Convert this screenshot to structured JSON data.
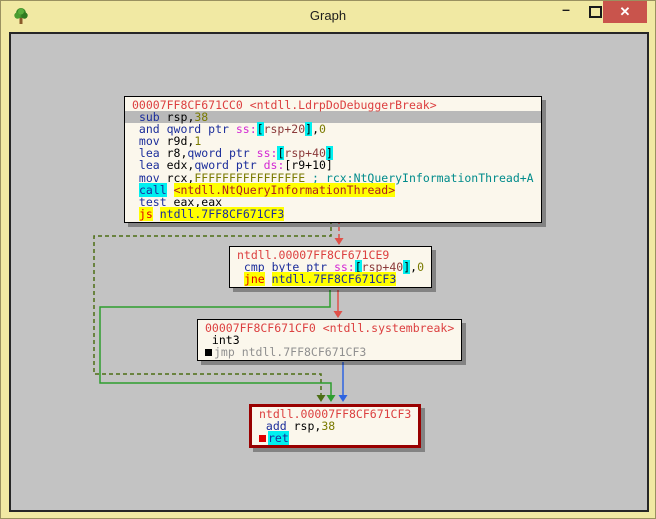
{
  "window": {
    "title": "Graph",
    "icons": {
      "minimize": "–",
      "maximize": "",
      "close": "✕",
      "app": "tree-icon"
    }
  },
  "colors": {
    "titlebar": "#f1e9a3",
    "closeBg": "#c9544c",
    "canvas": "#c3c3c3",
    "nodeBg": "#fbf7ec",
    "curBorder": "#990000",
    "selBg": "#b9b9b9",
    "hdr": "#dc4040",
    "mn": "#1b2d9b",
    "num": "#7a7a00",
    "seg": "#d428d4",
    "mem": "#8b3a3a",
    "com": "#008b8b",
    "cyan": "#00f0f0",
    "yellow": "#ffff00",
    "callred": "#ad2020",
    "jccRed": "#e00000",
    "grayText": "#909090",
    "edgeRed": "#e05048",
    "edgeGreenSolid": "#2e9e2e",
    "edgeGreenDash": "#4c6e14",
    "edgeBlue": "#2e64e0"
  },
  "blocks": [
    {
      "id": "b1",
      "header": "00007FF8CF671CC0 <ntdll.LdrpDoDebuggerBreak>",
      "lines": [
        {
          "sel": true,
          "tokens": [
            [
              " "
            ],
            [
              "sub",
              "mn"
            ],
            [
              " "
            ],
            [
              "rsp",
              "reg"
            ],
            [
              ","
            ],
            [
              "38",
              "num"
            ]
          ]
        },
        {
          "tokens": [
            [
              " and qword ptr ",
              "mn"
            ],
            [
              "ss:",
              "seg"
            ],
            [
              "[",
              "brk"
            ],
            [
              "rsp+20",
              "mem"
            ],
            [
              "]",
              "brk"
            ],
            [
              ","
            ],
            [
              "0",
              "num"
            ]
          ]
        },
        {
          "tokens": [
            [
              " mov ",
              "mn"
            ],
            [
              "r9d",
              "reg"
            ],
            [
              ","
            ],
            [
              "1",
              "num"
            ]
          ]
        },
        {
          "tokens": [
            [
              " lea ",
              "mn"
            ],
            [
              "r8",
              "reg"
            ],
            [
              ","
            ],
            [
              "qword ptr ",
              "mn"
            ],
            [
              "ss:",
              "seg"
            ],
            [
              "[",
              "brk"
            ],
            [
              "rsp+40",
              "mem"
            ],
            [
              "]",
              "brk"
            ]
          ]
        },
        {
          "tokens": [
            [
              " lea ",
              "mn"
            ],
            [
              "edx",
              "reg"
            ],
            [
              ","
            ],
            [
              "qword ptr ",
              "mn"
            ],
            [
              "ds:",
              "seg"
            ],
            [
              "[r9+10]"
            ]
          ]
        },
        {
          "tokens": [
            [
              " mov ",
              "mn"
            ],
            [
              "rcx",
              "reg"
            ],
            [
              ","
            ],
            [
              "FFFFFFFFFFFFFFFE",
              "num"
            ],
            [
              " ; rcx:NtQueryInformationThread+A",
              "com"
            ]
          ]
        },
        {
          "tokens": [
            [
              " "
            ],
            [
              "call",
              "callmn"
            ],
            [
              " "
            ],
            [
              "<ntdll.NtQueryInformationThread>",
              "calltgt"
            ]
          ]
        },
        {
          "tokens": [
            [
              " test ",
              "mn"
            ],
            [
              "eax",
              "reg"
            ],
            [
              ","
            ],
            [
              "eax",
              "reg"
            ]
          ]
        },
        {
          "tokens": [
            [
              " "
            ],
            [
              "js",
              "jcc"
            ],
            [
              " "
            ],
            [
              "ntdll.7FF8CF671CF3",
              "jtgt"
            ]
          ]
        }
      ]
    },
    {
      "id": "b2",
      "header": "ntdll.00007FF8CF671CE9",
      "lines": [
        {
          "tokens": [
            [
              " cmp byte ptr ",
              "mn"
            ],
            [
              "ss:",
              "seg"
            ],
            [
              "[",
              "brk"
            ],
            [
              "rsp+40",
              "mem"
            ],
            [
              "]",
              "brk"
            ],
            [
              ","
            ],
            [
              "0",
              "num"
            ]
          ]
        },
        {
          "tokens": [
            [
              " "
            ],
            [
              "jne",
              "jcc"
            ],
            [
              " "
            ],
            [
              "ntdll.7FF8CF671CF3",
              "jtgt"
            ]
          ]
        }
      ]
    },
    {
      "id": "b3",
      "header": "00007FF8CF671CF0 <ntdll.systembreak>",
      "lines": [
        {
          "tokens": [
            [
              " int3"
            ]
          ]
        },
        {
          "marker": "#000000",
          "tokens": [
            [
              "jmp ntdll.7FF8CF671CF3",
              "gray"
            ]
          ]
        }
      ]
    },
    {
      "id": "b4",
      "header": "ntdll.00007FF8CF671CF3",
      "lines": [
        {
          "tokens": [
            [
              " add ",
              "mn"
            ],
            [
              "rsp",
              "reg"
            ],
            [
              ","
            ],
            [
              "38",
              "num"
            ]
          ]
        },
        {
          "marker": "#e00000",
          "tokens": [
            [
              "ret",
              "retmn"
            ]
          ]
        }
      ]
    }
  ],
  "edges": [
    {
      "id": "e1",
      "from": "b1",
      "to": "b2",
      "color": "edgeRed",
      "style": "dashed"
    },
    {
      "id": "e2",
      "from": "b1",
      "to": "b4",
      "color": "edgeGreenDash",
      "style": "dashed"
    },
    {
      "id": "e3",
      "from": "b2",
      "to": "b3",
      "color": "edgeRed",
      "style": "solid"
    },
    {
      "id": "e4",
      "from": "b2",
      "to": "b4",
      "color": "edgeGreenSolid",
      "style": "solid"
    },
    {
      "id": "e5",
      "from": "b3",
      "to": "b4",
      "color": "edgeBlue",
      "style": "solid"
    }
  ]
}
